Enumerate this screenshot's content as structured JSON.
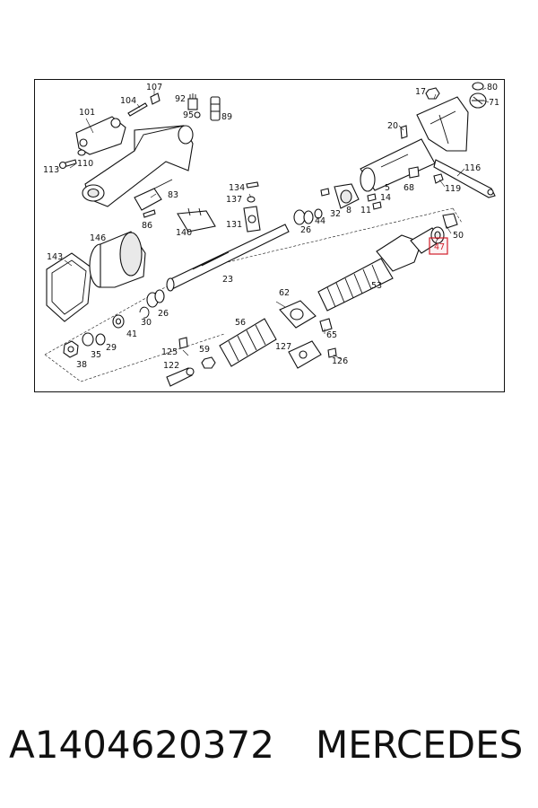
{
  "diagram": {
    "callouts": [
      {
        "id": "107",
        "text": "107"
      },
      {
        "id": "104",
        "text": "104"
      },
      {
        "id": "92",
        "text": "92"
      },
      {
        "id": "95",
        "text": "95"
      },
      {
        "id": "89",
        "text": "89"
      },
      {
        "id": "101",
        "text": "101"
      },
      {
        "id": "113",
        "text": "113"
      },
      {
        "id": "110",
        "text": "110"
      },
      {
        "id": "17",
        "text": "17"
      },
      {
        "id": "80",
        "text": "80"
      },
      {
        "id": "71",
        "text": "71"
      },
      {
        "id": "20",
        "text": "20"
      },
      {
        "id": "116",
        "text": "116"
      },
      {
        "id": "119",
        "text": "119"
      },
      {
        "id": "68",
        "text": "68"
      },
      {
        "id": "5",
        "text": "5"
      },
      {
        "id": "14",
        "text": "14"
      },
      {
        "id": "11",
        "text": "11"
      },
      {
        "id": "8",
        "text": "8"
      },
      {
        "id": "32",
        "text": "32"
      },
      {
        "id": "44",
        "text": "44"
      },
      {
        "id": "26a",
        "text": "26"
      },
      {
        "id": "134",
        "text": "134"
      },
      {
        "id": "137",
        "text": "137"
      },
      {
        "id": "131",
        "text": "131"
      },
      {
        "id": "83",
        "text": "83"
      },
      {
        "id": "86",
        "text": "86"
      },
      {
        "id": "140",
        "text": "140"
      },
      {
        "id": "146",
        "text": "146"
      },
      {
        "id": "143",
        "text": "143"
      },
      {
        "id": "23",
        "text": "23"
      },
      {
        "id": "26b",
        "text": "26"
      },
      {
        "id": "30",
        "text": "30"
      },
      {
        "id": "41",
        "text": "41"
      },
      {
        "id": "29",
        "text": "29"
      },
      {
        "id": "35",
        "text": "35"
      },
      {
        "id": "38",
        "text": "38"
      },
      {
        "id": "50",
        "text": "50"
      },
      {
        "id": "47",
        "text": "47"
      },
      {
        "id": "53",
        "text": "53"
      },
      {
        "id": "62",
        "text": "62"
      },
      {
        "id": "65",
        "text": "65"
      },
      {
        "id": "56",
        "text": "56"
      },
      {
        "id": "127",
        "text": "127"
      },
      {
        "id": "126",
        "text": "126"
      },
      {
        "id": "125",
        "text": "125"
      },
      {
        "id": "122",
        "text": "122"
      },
      {
        "id": "59",
        "text": "59"
      }
    ],
    "highlighted": "47",
    "highlight_color": "#d21f2b"
  },
  "footer": {
    "part_number": "A1404620372",
    "brand": "MERCEDES"
  }
}
